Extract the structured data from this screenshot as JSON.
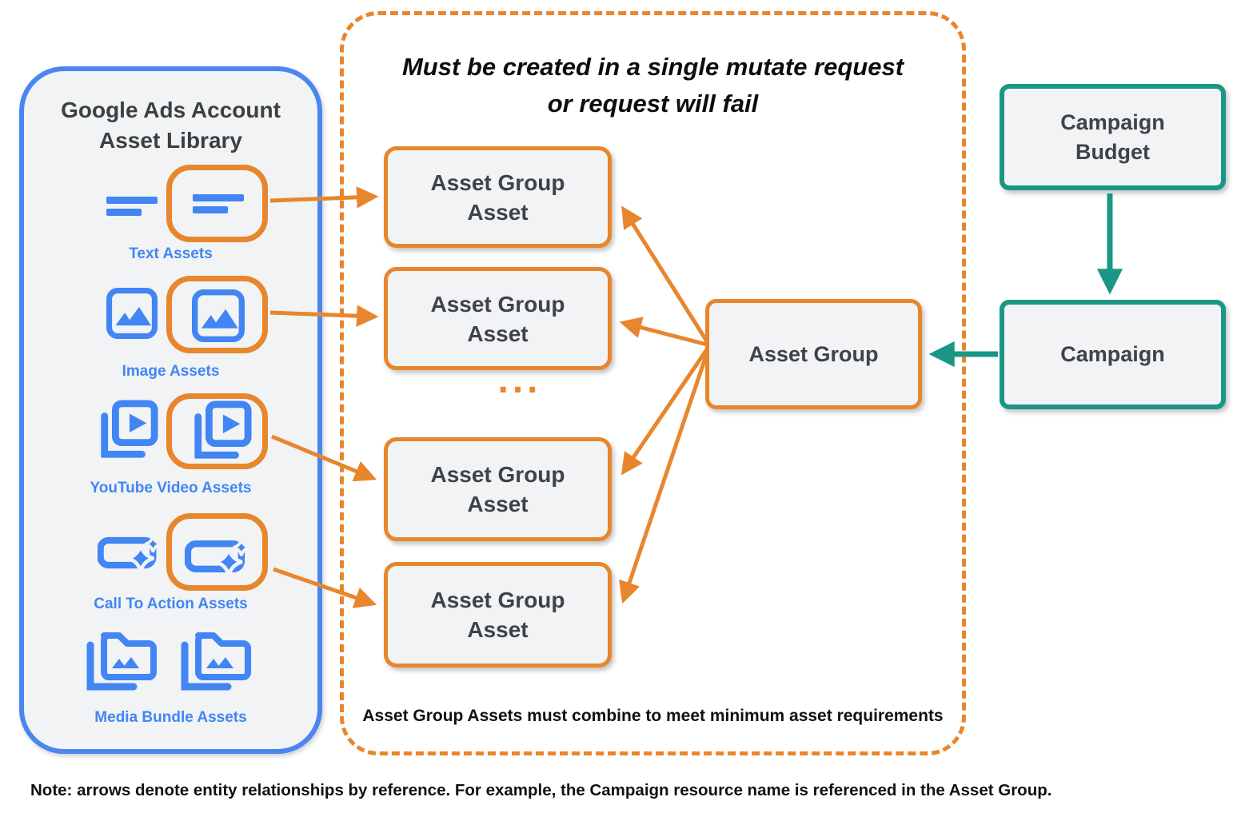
{
  "colors": {
    "blue": "#4285F4",
    "orange": "#E8862D",
    "teal": "#1A9784",
    "panel_bg": "#F1F3F4",
    "dark_text": "#3C4043"
  },
  "asset_library": {
    "title_line1": "Google Ads Account",
    "title_line2": "Asset Library",
    "groups": [
      {
        "label": "Text Assets",
        "icon": "text-lines-icon",
        "highlighted": true
      },
      {
        "label": "Image Assets",
        "icon": "image-icon",
        "highlighted": true
      },
      {
        "label": "YouTube Video Assets",
        "icon": "youtube-video-icon",
        "highlighted": true
      },
      {
        "label": "Call To Action Assets",
        "icon": "cta-sparkle-icon",
        "highlighted": true
      },
      {
        "label": "Media Bundle Assets",
        "icon": "media-bundle-icon",
        "highlighted": false
      }
    ]
  },
  "mutate_group": {
    "title_line1": "Must be created in a single mutate request",
    "title_line2": "or request will fail",
    "boxes": [
      "Asset Group Asset",
      "Asset Group Asset",
      "Asset Group Asset",
      "Asset Group Asset"
    ],
    "ellipsis": "...",
    "caption": "Asset Group Assets must combine to meet minimum asset requirements"
  },
  "nodes": {
    "asset_group": "Asset Group",
    "campaign": "Campaign",
    "campaign_budget": "Campaign Budget"
  },
  "note": "Note: arrows denote entity relationships by reference. For example, the Campaign resource name is referenced in the Asset Group."
}
